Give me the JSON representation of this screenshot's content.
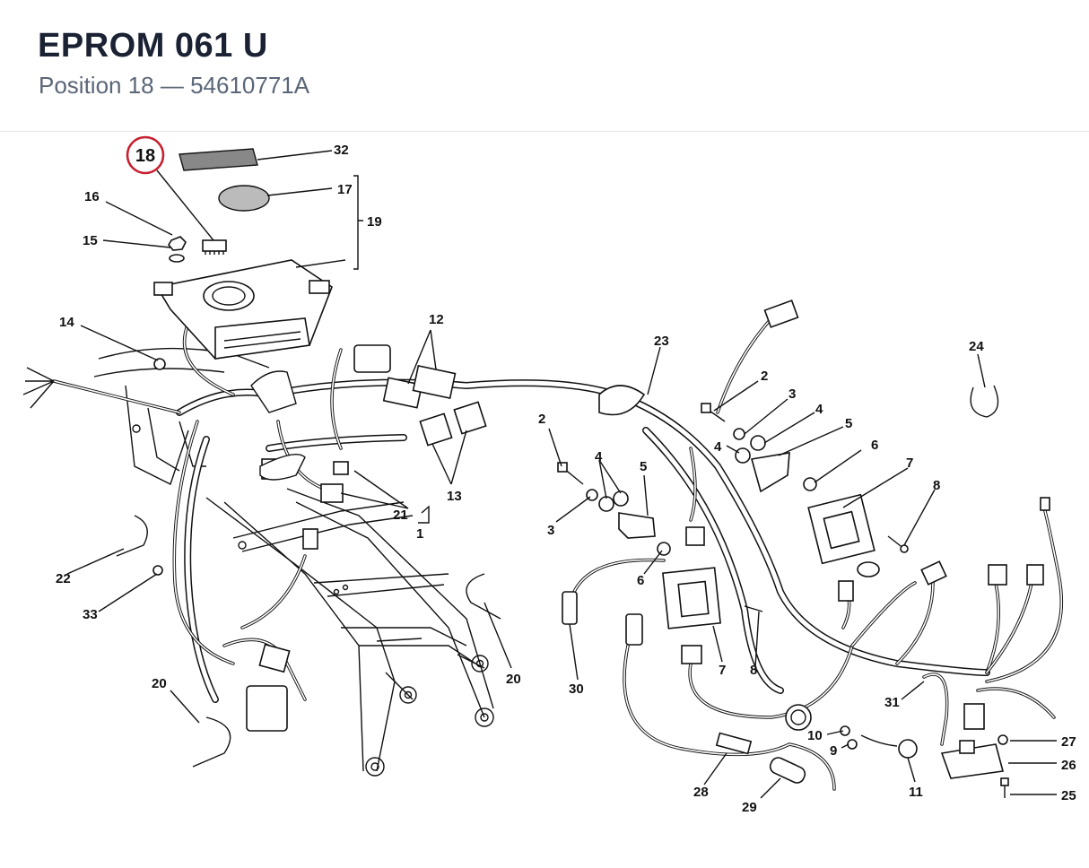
{
  "header": {
    "title": "EPROM 061 U",
    "subtitle": "Position 18 — 54610771A"
  },
  "diagram": {
    "highlight_color": "#c8202f",
    "callouts": {
      "c1": "1",
      "c2a": "2",
      "c2b": "2",
      "c3a": "3",
      "c3b": "3",
      "c4a": "4",
      "c4b": "4",
      "c4c": "4",
      "c5a": "5",
      "c5b": "5",
      "c6a": "6",
      "c6b": "6",
      "c7a": "7",
      "c7b": "7",
      "c8a": "8",
      "c8b": "8",
      "c9": "9",
      "c10": "10",
      "c11": "11",
      "c12": "12",
      "c13": "13",
      "c14": "14",
      "c15": "15",
      "c16": "16",
      "c17": "17",
      "c18": "18",
      "c19": "19",
      "c20a": "20",
      "c20b": "20",
      "c21": "21",
      "c22": "22",
      "c23": "23",
      "c24": "24",
      "c25": "25",
      "c26": "26",
      "c27": "27",
      "c28": "28",
      "c29": "29",
      "c30": "30",
      "c31": "31",
      "c32": "32",
      "c33": "33"
    }
  }
}
